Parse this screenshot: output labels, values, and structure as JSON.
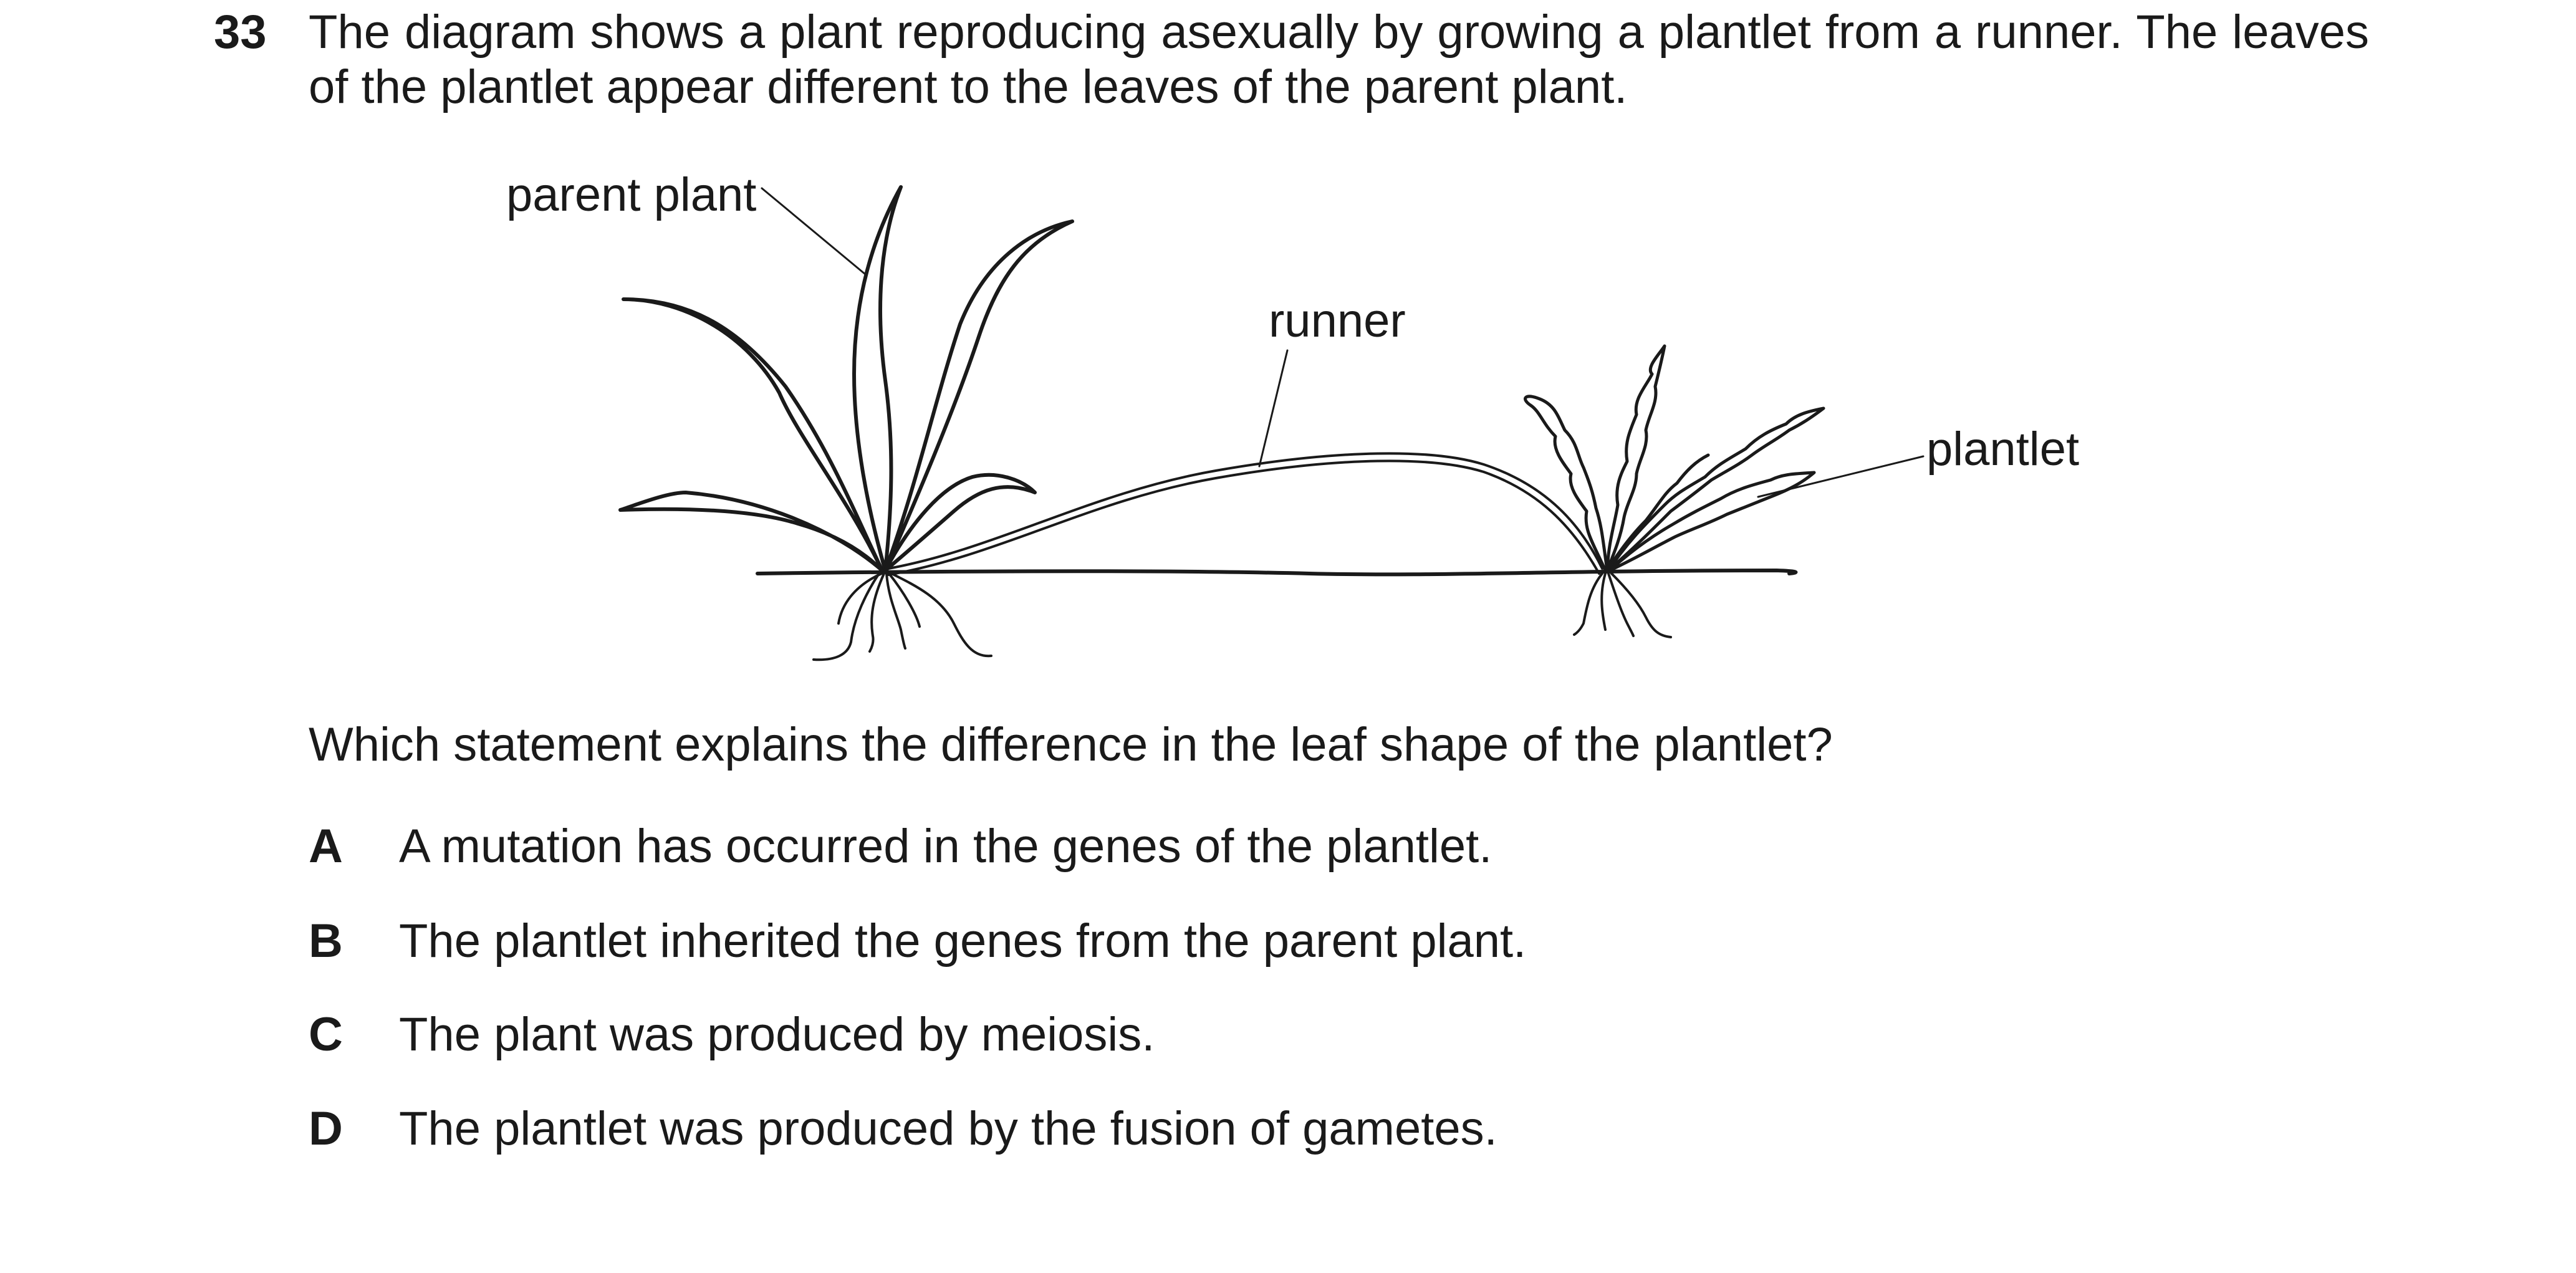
{
  "question": {
    "number": "33",
    "stem": "The diagram shows a plant reproducing asexually by growing a plantlet from a runner. The leaves of the plantlet appear different to the leaves of the parent plant.",
    "prompt": "Which statement explains the difference in the leaf shape of the plantlet?"
  },
  "diagram": {
    "labels": {
      "parent_plant": "parent plant",
      "runner": "runner",
      "plantlet": "plantlet"
    }
  },
  "options": [
    {
      "letter": "A",
      "text": "A mutation has occurred in the genes of the plantlet."
    },
    {
      "letter": "B",
      "text": "The plantlet inherited the genes from the parent plant."
    },
    {
      "letter": "C",
      "text": "The plant was produced by meiosis."
    },
    {
      "letter": "D",
      "text": "The plantlet was produced by the fusion of gametes."
    }
  ]
}
